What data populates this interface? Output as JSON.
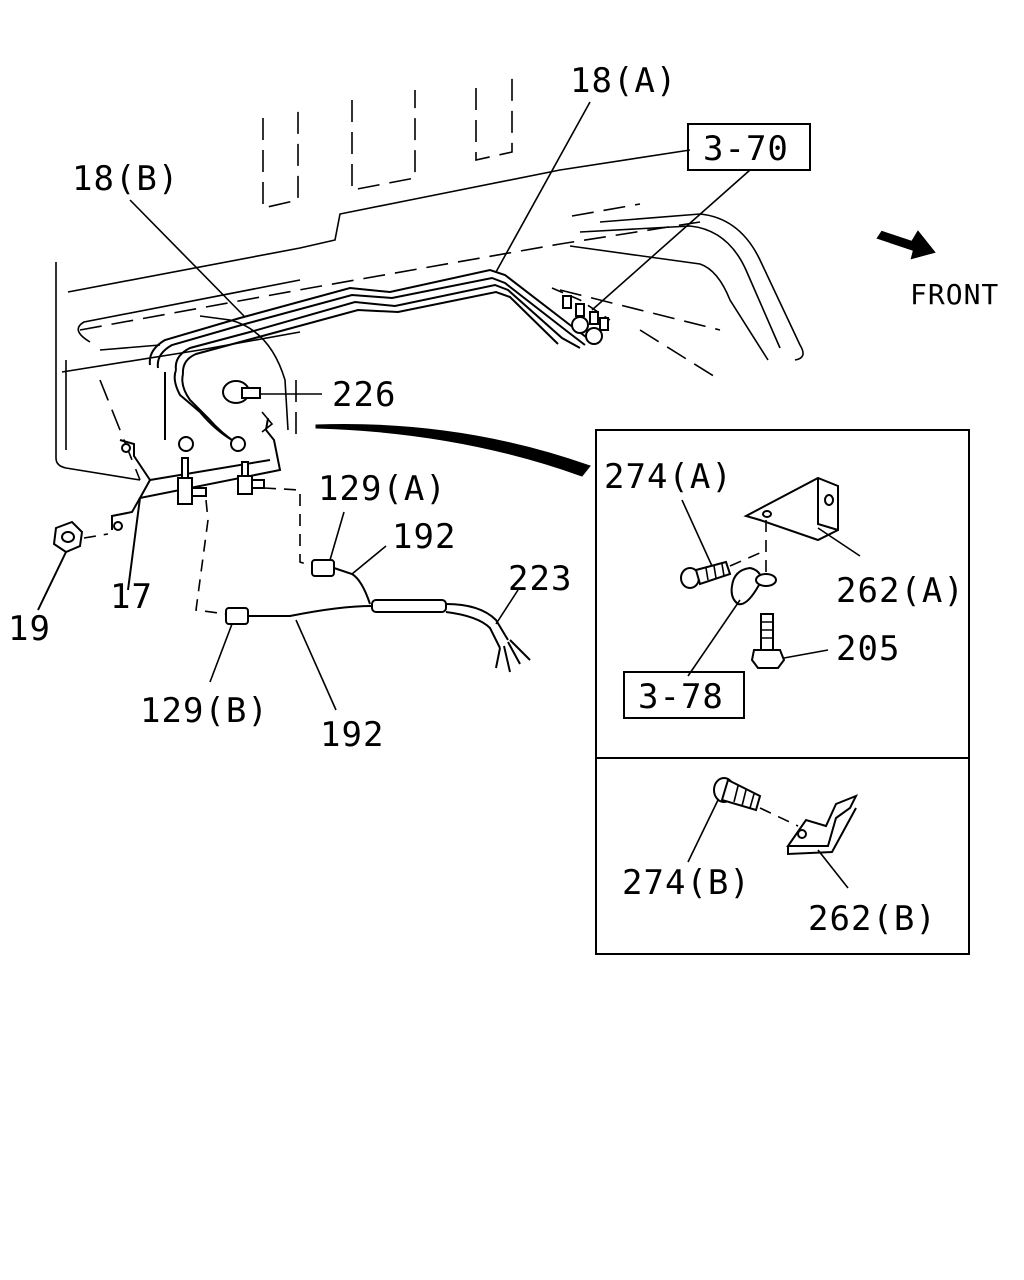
{
  "labels": {
    "p18a": "18(A)",
    "p18b": "18(B)",
    "ref370": "3-70",
    "front": "FRONT",
    "p226": "226",
    "p129a": "129(A)",
    "p192a": "192",
    "p223": "223",
    "p19": "19",
    "p17": "17",
    "p129b": "129(B)",
    "p192b": "192",
    "p274a": "274(A)",
    "p262a": "262(A)",
    "p205": "205",
    "ref378": "3-78",
    "p274b": "274(B)",
    "p262b": "262(B)"
  },
  "icons": {
    "front_arrow": "front-arrow-icon"
  }
}
